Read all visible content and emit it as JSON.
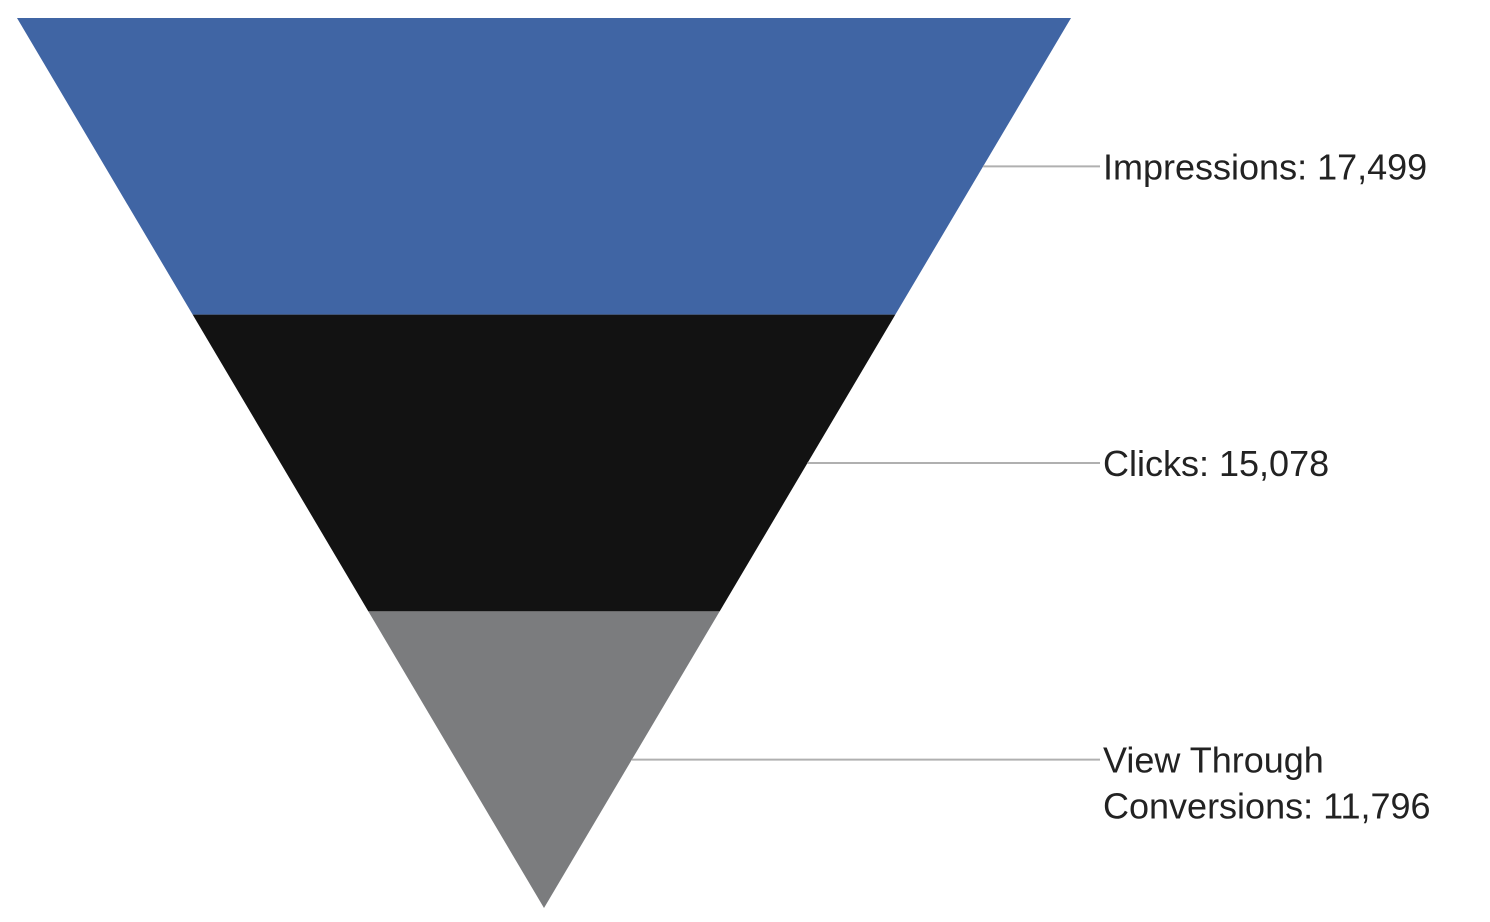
{
  "chart_data": {
    "type": "funnel",
    "stages": [
      {
        "label": "Impressions",
        "value": 17499,
        "display": "Impressions: 17,499",
        "lines": [
          "Impressions: 17,499"
        ],
        "color": "#4065A4"
      },
      {
        "label": "Clicks",
        "value": 15078,
        "display": "Clicks: 15,078",
        "lines": [
          "Clicks: 15,078"
        ],
        "color": "#121212"
      },
      {
        "label": "View Through Conversions",
        "value": 11796,
        "display": "View Through Conversions: 11,796",
        "lines": [
          "View Through",
          "Conversions: 11,796"
        ],
        "color": "#7B7C7E"
      }
    ],
    "title": "",
    "legend": "none",
    "grid": false
  }
}
